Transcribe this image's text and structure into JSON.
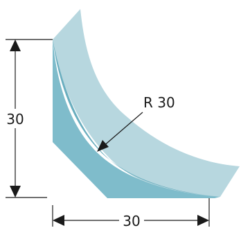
{
  "dimensions": {
    "height_label": "30",
    "width_label": "30",
    "radius_label": "R 30"
  },
  "colors": {
    "face_light": "#b7d7df",
    "face_dark": "#7fbccb",
    "edge_shadow": "#6aaebf",
    "outline": "#1a1a1a"
  }
}
